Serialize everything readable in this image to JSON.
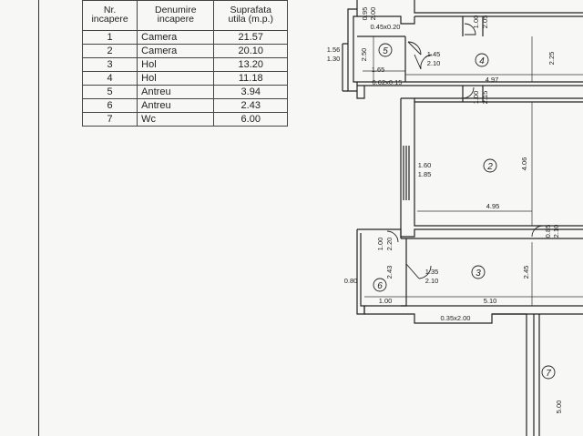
{
  "table": {
    "headers": {
      "nr": [
        "Nr.",
        "incapere"
      ],
      "name": [
        "Denumire",
        "incapere"
      ],
      "area": [
        "Suprafata",
        "utila  (m.p.)"
      ]
    },
    "rows": [
      {
        "nr": "1",
        "name": "Camera",
        "area": "21.57"
      },
      {
        "nr": "2",
        "name": "Camera",
        "area": "20.10"
      },
      {
        "nr": "3",
        "name": "Hol",
        "area": "13.20"
      },
      {
        "nr": "4",
        "name": "Hol",
        "area": "11.18"
      },
      {
        "nr": "5",
        "name": "Antreu",
        "area": "3.94"
      },
      {
        "nr": "6",
        "name": "Antreu",
        "area": "2.43"
      },
      {
        "nr": "7",
        "name": "Wc",
        "area": "6.00"
      }
    ]
  },
  "plan": {
    "room_numbers": {
      "r2": "2",
      "r3": "3",
      "r4": "4",
      "r5": "5",
      "r6": "6",
      "r7": "7"
    },
    "dims": {
      "d095_200_a": "0.95",
      "d095_200_b": "2.00",
      "d045x020": "0.45x0.20",
      "d100_205_a": "1.00",
      "d100_205_b": "2.05",
      "d156": "1.56",
      "d130": "1.30",
      "d250": "2.50",
      "d145": "1.45",
      "d210a": "2.10",
      "d225": "2.25",
      "d165": "1.65",
      "d497": "4.97",
      "d062x015": "0.62x0.15",
      "d100_215_a": "1.00",
      "d100_215_b": "2.15",
      "d160": "1.60",
      "d185": "1.85",
      "d406": "4.06",
      "d495": "4.95",
      "d085_210_a": "0.85",
      "d085_210_b": "2.10",
      "d100_220_a": "1.00",
      "d100_220_b": "2.20",
      "d243": "2.43",
      "d135": "1.35",
      "d210b": "2.10",
      "d245": "2.45",
      "d080": "0.80",
      "d100b": "1.00",
      "d510": "5.10",
      "d035x200": "0.35x2.00",
      "d500": "5.00"
    }
  }
}
